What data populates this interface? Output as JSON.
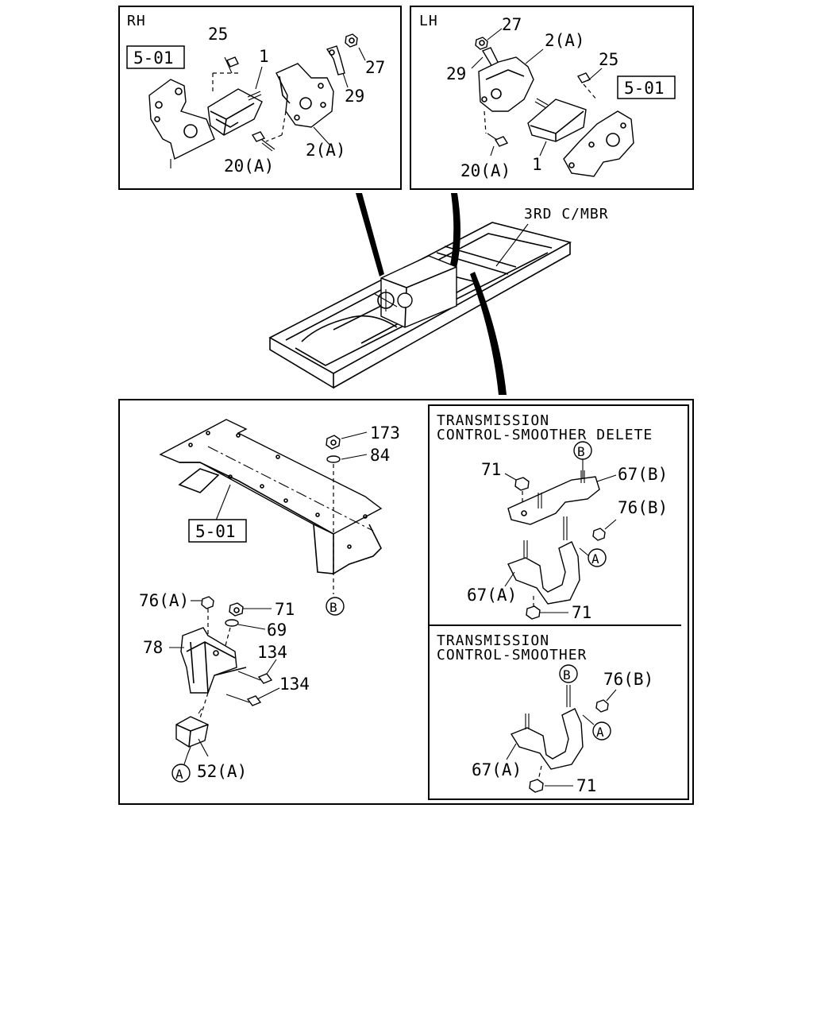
{
  "panels": {
    "rh": {
      "title": "RH",
      "labels": {
        "l25": "25",
        "l1": "1",
        "l27": "27",
        "l29": "29",
        "l20a": "20(A)",
        "l2a": "2(A)",
        "ref": "5-01"
      }
    },
    "lh": {
      "title": "LH",
      "labels": {
        "l27": "27",
        "l2a": "2(A)",
        "l29": "29",
        "l25": "25",
        "l20a": "20(A)",
        "l1": "1",
        "ref": "5-01"
      }
    },
    "overview": {
      "member_label": "3RD C/MBR"
    },
    "bottom": {
      "labels": {
        "l173": "173",
        "l84": "84",
        "ref": "5-01",
        "circle_b": "B",
        "l76a": "76(A)",
        "l71": "71",
        "l69": "69",
        "l78": "78",
        "l134a": "134",
        "l134b": "134",
        "l52a": "52(A)",
        "circle_a": "A"
      },
      "delete_box": {
        "title_line1": "TRANSMISSION",
        "title_line2": "CONTROL-SMOOTHER DELETE",
        "labels": {
          "circle_b": "B",
          "l71": "71",
          "l67b": "67(B)",
          "l76b": "76(B)",
          "circle_a": "A",
          "l67a": "67(A)",
          "l71b": "71"
        }
      },
      "smoother_box": {
        "title_line1": "TRANSMISSION",
        "title_line2": "CONTROL-SMOOTHER",
        "labels": {
          "circle_b": "B",
          "l76b": "76(B)",
          "circle_a": "A",
          "l67a": "67(A)",
          "l71": "71"
        }
      }
    }
  }
}
